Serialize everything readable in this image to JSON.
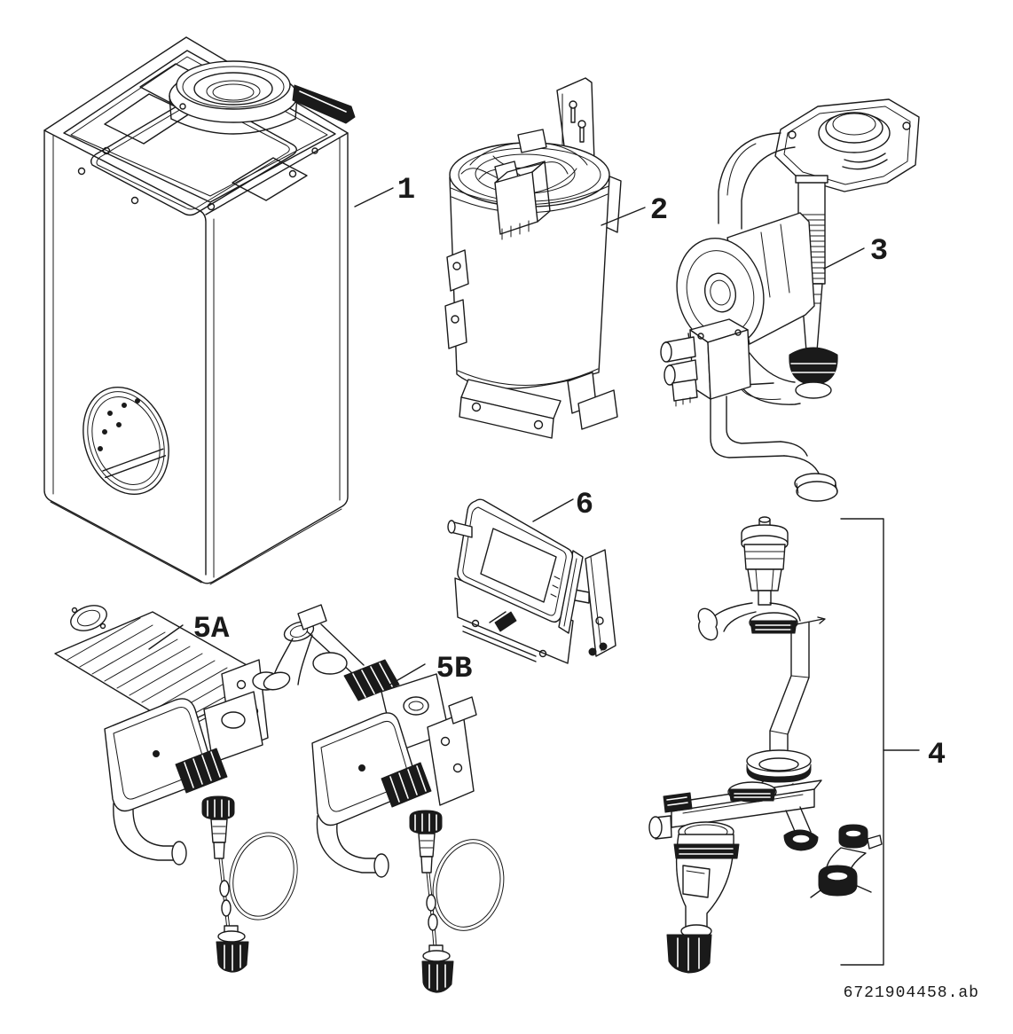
{
  "colors": {
    "background": "#ffffff",
    "line": "#1a1a1a"
  },
  "doc_number": "6721904458.ab",
  "callouts": [
    {
      "label": "1",
      "part": "boiler-casing"
    },
    {
      "label": "2",
      "part": "heat-exchanger-cylinder"
    },
    {
      "label": "3",
      "part": "fan-and-gas-valve-assembly"
    },
    {
      "label": "4",
      "part": "pipe-and-siphon-group"
    },
    {
      "label": "5A",
      "part": "hydraulic-assembly-a"
    },
    {
      "label": "5B",
      "part": "hydraulic-assembly-b"
    },
    {
      "label": "6",
      "part": "control-unit"
    }
  ]
}
